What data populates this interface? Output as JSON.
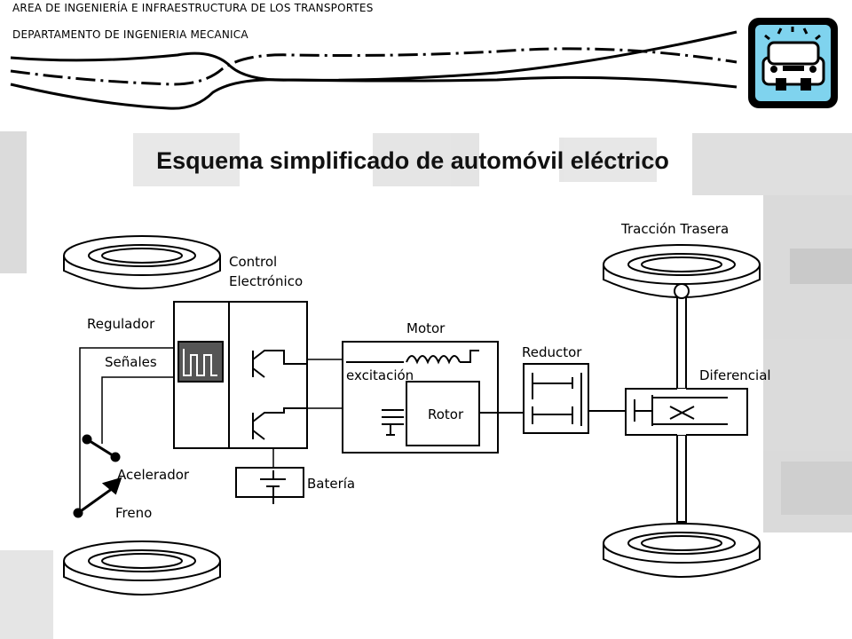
{
  "header": {
    "line1": "AREA DE INGENIERÍA E INFRAESTRUCTURA DE LOS TRANSPORTES",
    "line2": "DEPARTAMENTO DE INGENIERIA MECANICA"
  },
  "title": "Esquema simplificado de automóvil eléctrico",
  "labels": {
    "control": "Control",
    "control2": "Electrónico",
    "regulador": "Regulador",
    "senales": "Señales",
    "acelerador": "Acelerador",
    "freno": "Freno",
    "bateria": "Batería",
    "motor": "Motor",
    "excitacion": "excitación",
    "rotor": "Rotor",
    "reductor": "Reductor",
    "diferencial": "Diferencial",
    "traccion": "Tracción Trasera"
  },
  "icons": {
    "logo": "car-with-siren-icon",
    "road": "road-icon"
  },
  "colors": {
    "logo_bg": "#7fd3ee",
    "background_photo": "#c8c8c8"
  }
}
